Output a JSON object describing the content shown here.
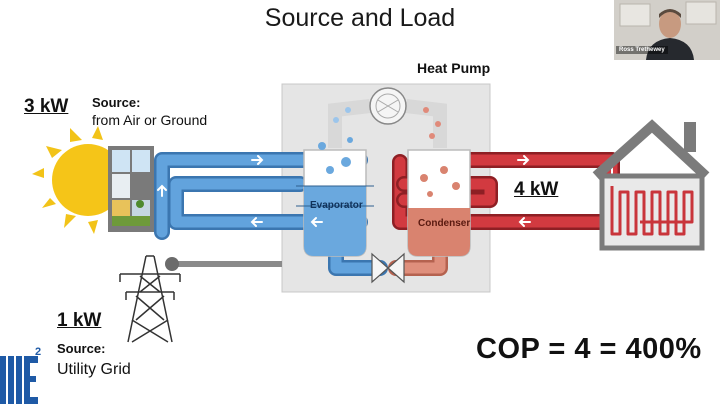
{
  "slide": {
    "title": "Source and Load",
    "heat_pump_label": "Heat Pump",
    "source": {
      "kw": "3 kW",
      "title": "Source:",
      "desc": "from Air or Ground"
    },
    "load": {
      "kw": "4 kW"
    },
    "grid": {
      "kw": "1 kW",
      "title": "Source:",
      "desc": "Utility Grid"
    },
    "evaporator_label": "Evaporator",
    "condenser_label": "Condenser",
    "cop": "COP = 4 = 400%"
  },
  "video": {
    "presenter_name": "Ross Trethewey"
  },
  "logo": {
    "superscript": "2"
  },
  "colors": {
    "hot": "#c9353b",
    "cold": "#5b9bd5",
    "condenser": "#d9826e",
    "housing": "#e4e4e4"
  },
  "icons": [
    "sun-icon",
    "window-icon",
    "compressor-icon",
    "expansion-valve-icon",
    "house-icon",
    "radiant-coil-icon",
    "power-tower-icon"
  ]
}
